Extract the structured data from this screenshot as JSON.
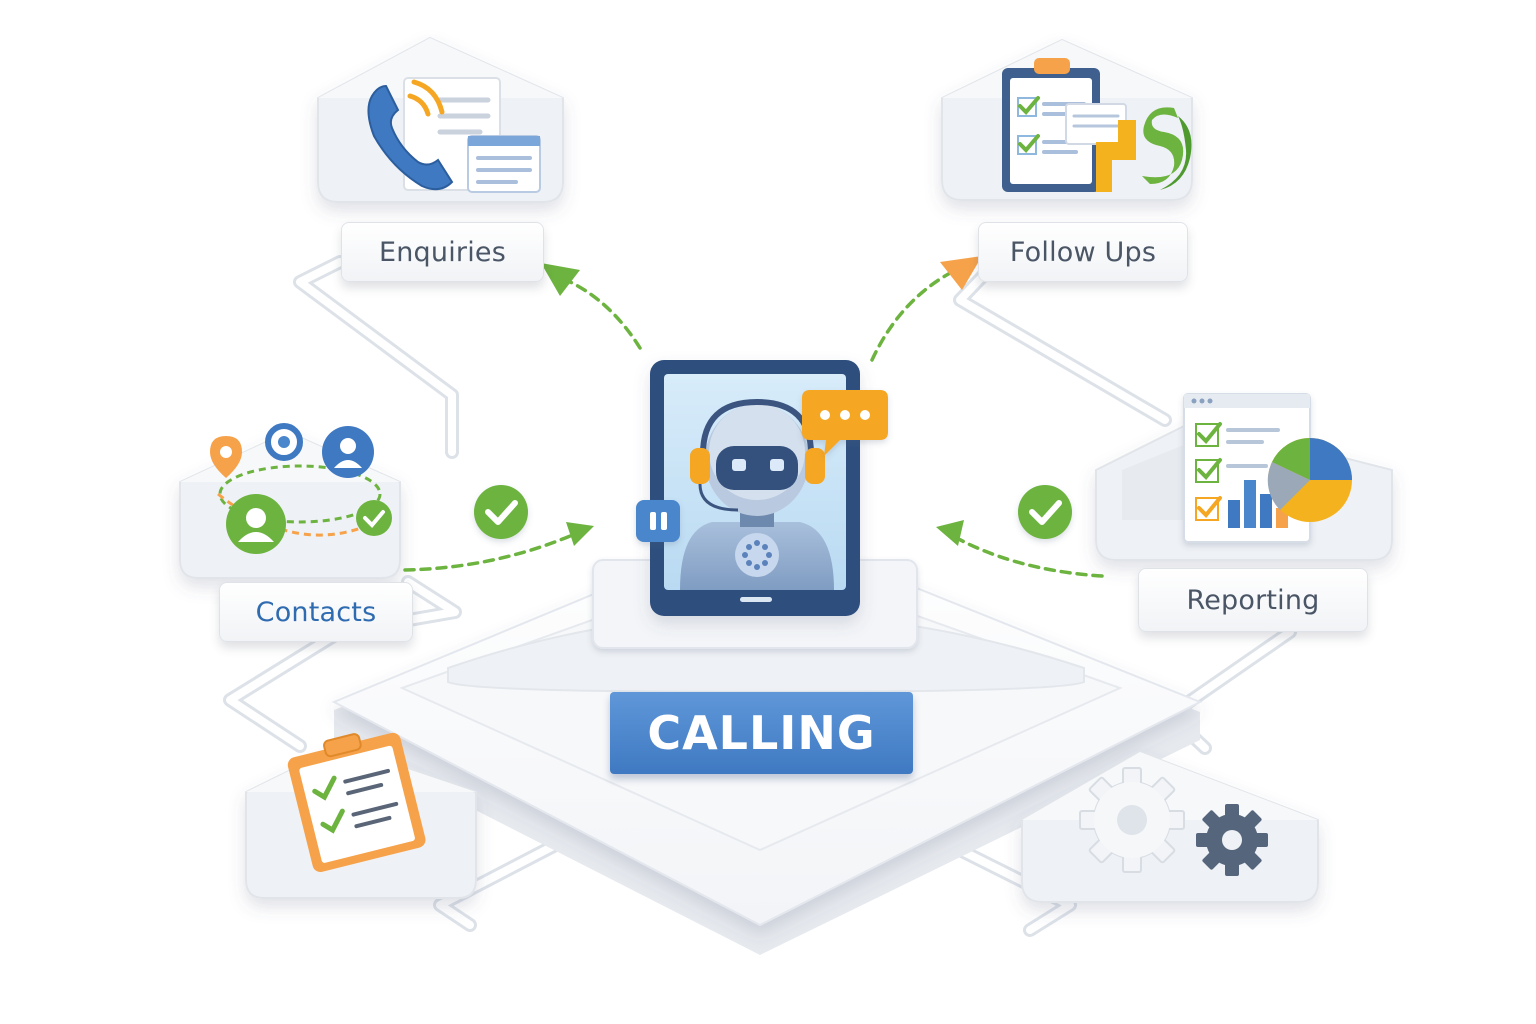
{
  "nodes": {
    "enquiries": {
      "label": "Enquiries",
      "icon": "phone-icon"
    },
    "follow_ups": {
      "label": "Follow Ups",
      "icon": "clipboard-checklist-icon"
    },
    "contacts": {
      "label": "Contacts",
      "icon": "contacts-network-icon"
    },
    "reporting": {
      "label": "Reporting",
      "icon": "report-chart-icon"
    },
    "tasks": {
      "icon": "clipboard-checklist-icon"
    },
    "settings": {
      "icon": "gear-icon"
    }
  },
  "center": {
    "label": "CALLING",
    "icon": "robot-agent-icon"
  },
  "colors": {
    "accent_blue": "#4a86cc",
    "check_green": "#6db33f",
    "arrow_orange": "#f6a24a",
    "chat_orange": "#f5a623"
  }
}
